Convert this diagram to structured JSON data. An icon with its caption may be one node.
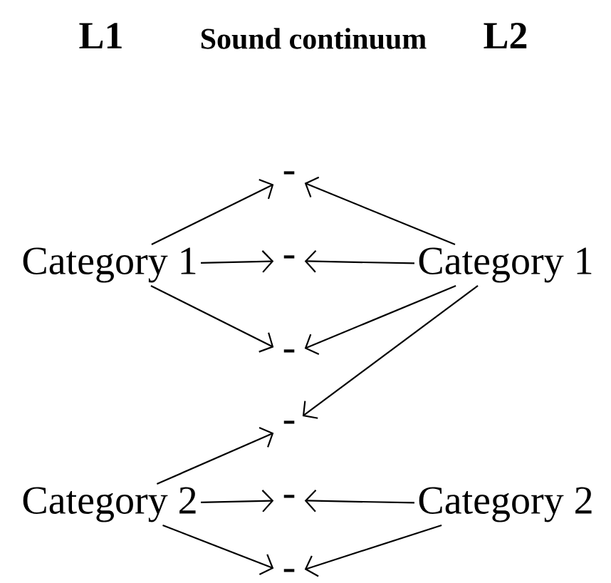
{
  "diagram": {
    "nodes": [
      {
        "text": [
          "-"
        ]
      },
      {
        "text": [
          "Category 1"
        ]
      },
      {
        "text": [
          "-"
        ]
      },
      {
        "text": [
          "Category 1"
        ]
      },
      {
        "text": [
          "-"
        ]
      },
      {
        "text": [
          "-"
        ]
      },
      {
        "text": [
          "Category 2"
        ]
      },
      {
        "text": [
          "-"
        ]
      },
      {
        "text": [
          "Category 2"
        ]
      },
      {
        "text": [
          "-"
        ]
      }
    ],
    "edges": [
      {
        "from": 1,
        "to": 0,
        "arrow": "to"
      },
      {
        "from": 1,
        "to": 2,
        "arrow": "to"
      },
      {
        "from": 1,
        "to": 4,
        "arrow": "to"
      },
      {
        "from": 3,
        "to": 0,
        "arrow": "to"
      },
      {
        "from": 3,
        "to": 2,
        "arrow": "to"
      },
      {
        "from": 3,
        "to": 4,
        "arrow": "to"
      },
      {
        "from": 3,
        "to": 5,
        "arrow": "to"
      },
      {
        "from": 6,
        "to": 5,
        "arrow": "to"
      },
      {
        "from": 6,
        "to": 7,
        "arrow": "to"
      },
      {
        "from": 6,
        "to": 9,
        "arrow": "to"
      },
      {
        "from": 8,
        "to": 7,
        "arrow": "to"
      },
      {
        "from": 8,
        "to": 9,
        "arrow": "to"
      }
    ],
    "labels": [
      "L1",
      "Sound continuum",
      "L2"
    ]
  }
}
